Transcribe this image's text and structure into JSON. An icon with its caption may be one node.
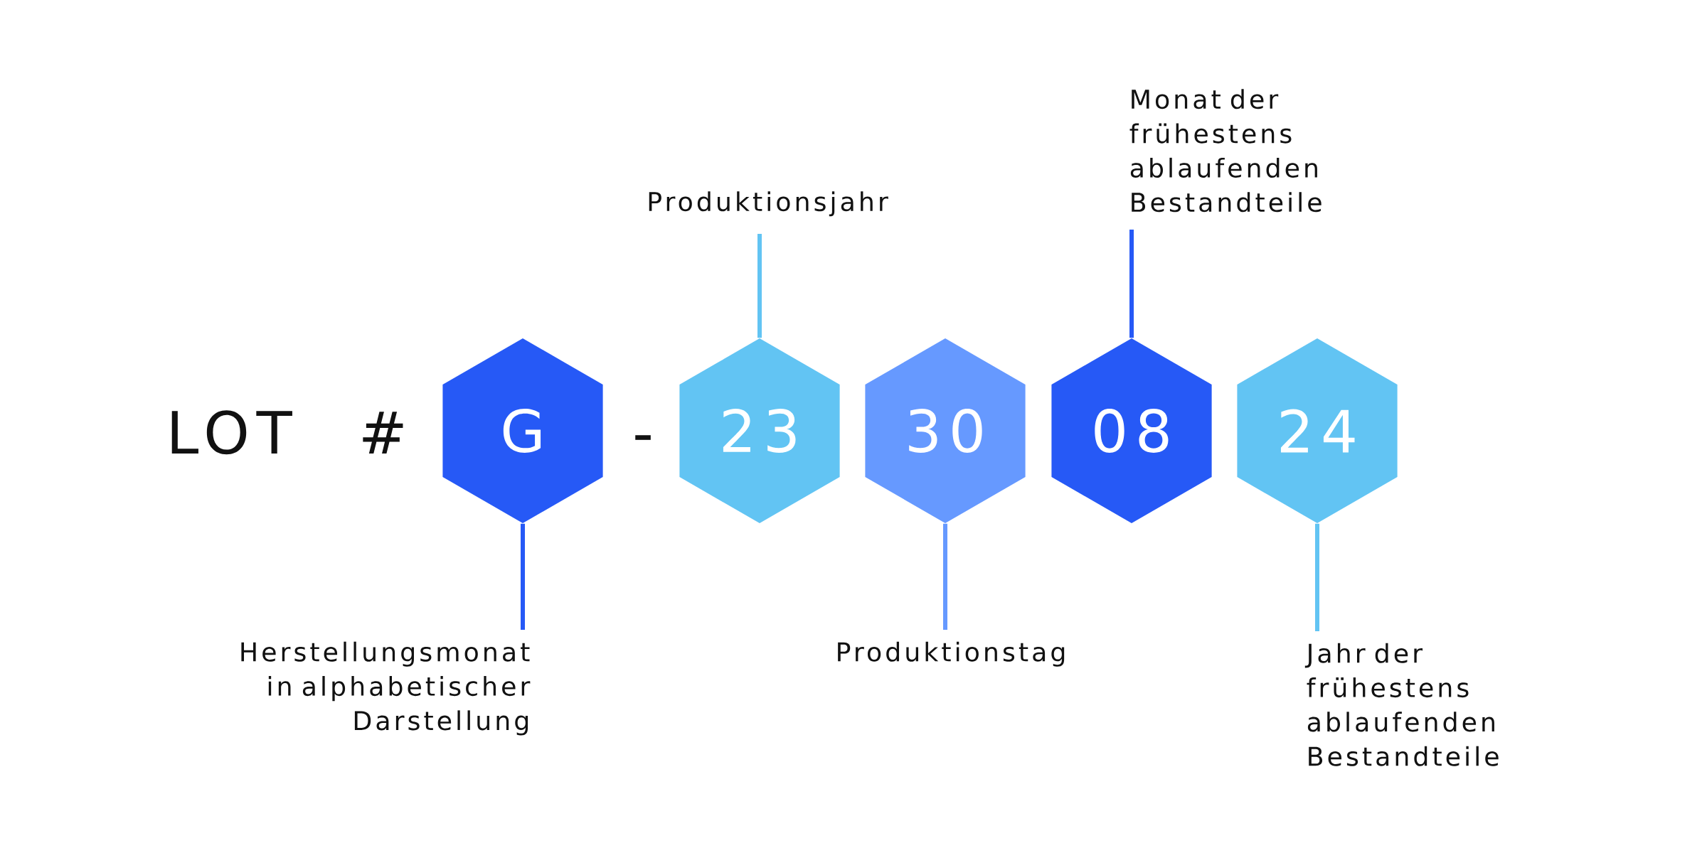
{
  "diagram": {
    "nodes": [
      {
        "text": [
          "G"
        ]
      },
      {
        "text": [
          "23"
        ]
      },
      {
        "text": [
          "30"
        ]
      },
      {
        "text": [
          "08"
        ]
      },
      {
        "text": [
          "24"
        ]
      },
      {
        "text": [
          "Herstellungsmonat in alphabetischer Darstellung"
        ]
      },
      {
        "text": [
          "Produktionsjahr"
        ]
      },
      {
        "text": [
          "Produktionstag"
        ]
      },
      {
        "text": [
          "Monat der frühestens ablaufenden Bestandteile"
        ]
      },
      {
        "text": [
          "Jahr der frühestens ablaufenden Bestandteile"
        ]
      }
    ],
    "edges": [
      {
        "from": 5,
        "to": 0,
        "arrow": "none",
        "color": "#2659f6"
      },
      {
        "from": 6,
        "to": 1,
        "arrow": "none",
        "color": "#62c4f3"
      },
      {
        "from": 7,
        "to": 2,
        "arrow": "none",
        "color": "#6699ff"
      },
      {
        "from": 8,
        "to": 3,
        "arrow": "none",
        "color": "#2659f6"
      },
      {
        "from": 9,
        "to": 4,
        "arrow": "none",
        "color": "#62c4f3"
      }
    ],
    "labels": [
      "LOT #",
      "-"
    ]
  }
}
